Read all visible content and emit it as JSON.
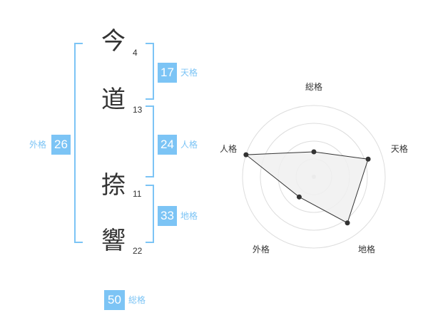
{
  "name_chars": [
    {
      "char": "今",
      "strokes": "4"
    },
    {
      "char": "道",
      "strokes": "13"
    },
    {
      "char": "捺",
      "strokes": "11"
    },
    {
      "char": "響",
      "strokes": "22"
    }
  ],
  "fortunes": {
    "tenkaku": {
      "value": "17",
      "label": "天格"
    },
    "jinkaku": {
      "value": "24",
      "label": "人格"
    },
    "chikaku": {
      "value": "33",
      "label": "地格"
    },
    "gaikaku": {
      "value": "26",
      "label": "外格"
    },
    "soukaku": {
      "value": "50",
      "label": "総格"
    }
  },
  "chart_data": {
    "type": "radar",
    "axes": [
      "総格",
      "天格",
      "地格",
      "外格",
      "人格"
    ],
    "values": [
      0.35,
      0.8,
      0.8,
      0.35,
      1.0
    ],
    "rings": 4,
    "colors": {
      "accent": "#7cc4f5",
      "fill": "#f0f0f0",
      "line": "#333333",
      "grid": "#dddddd"
    }
  }
}
